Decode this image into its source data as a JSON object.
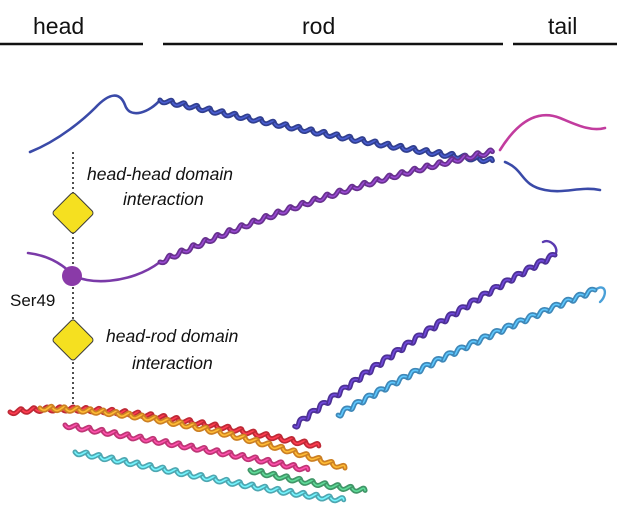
{
  "regions": {
    "head": "head",
    "rod": "rod",
    "tail": "tail"
  },
  "annotations": {
    "head_head_line1": "head-head domain",
    "head_head_line2": "interaction",
    "head_rod_line1": "head-rod domain",
    "head_rod_line2": "interaction",
    "site": "Ser49"
  },
  "colors": {
    "blue_chain": "#3a4aa8",
    "purple_chain": "#7a3aa8",
    "magenta_chain": "#c23c9e",
    "violet_chain": "#5a3ab0",
    "sky_chain": "#4aa0d8",
    "red_chain": "#e03040",
    "orange_chain": "#f0962a",
    "pink_chain": "#e0408a",
    "cyan_chain": "#5cc4d0",
    "green_chain": "#4cb07a",
    "diamond": "#f5e020",
    "phospho_dot": "#8a3aa8"
  }
}
